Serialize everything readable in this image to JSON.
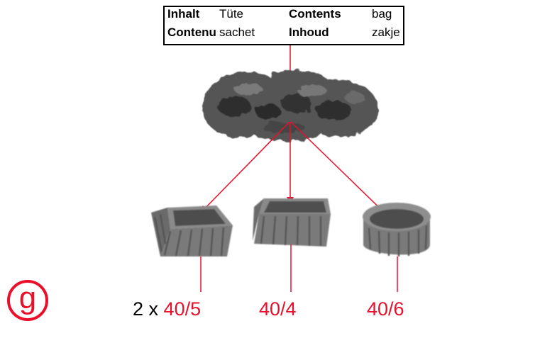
{
  "contents_label": {
    "row1": [
      {
        "text": "Inhalt",
        "bold": true
      },
      {
        "text": "Tüte",
        "bold": false
      },
      {
        "text": "Contents",
        "bold": true
      },
      {
        "text": "bag",
        "bold": false
      }
    ],
    "row2": [
      {
        "text": "Contenu",
        "bold": true
      },
      {
        "text": "sachet",
        "bold": false
      },
      {
        "text": "Inhoud",
        "bold": true
      },
      {
        "text": "zakje",
        "bold": false
      }
    ]
  },
  "parts": [
    {
      "name": "square-planter",
      "multiplier": "2 x",
      "code": "40/5"
    },
    {
      "name": "rectangular-planter",
      "multiplier": "",
      "code": "40/4"
    },
    {
      "name": "round-planter",
      "multiplier": "",
      "code": "40/6"
    }
  ],
  "panel_letter": "g",
  "colors": {
    "accent": "#e8102a",
    "line": "#e8102a",
    "text": "#000000",
    "part_fill": "#6e6e6e"
  }
}
